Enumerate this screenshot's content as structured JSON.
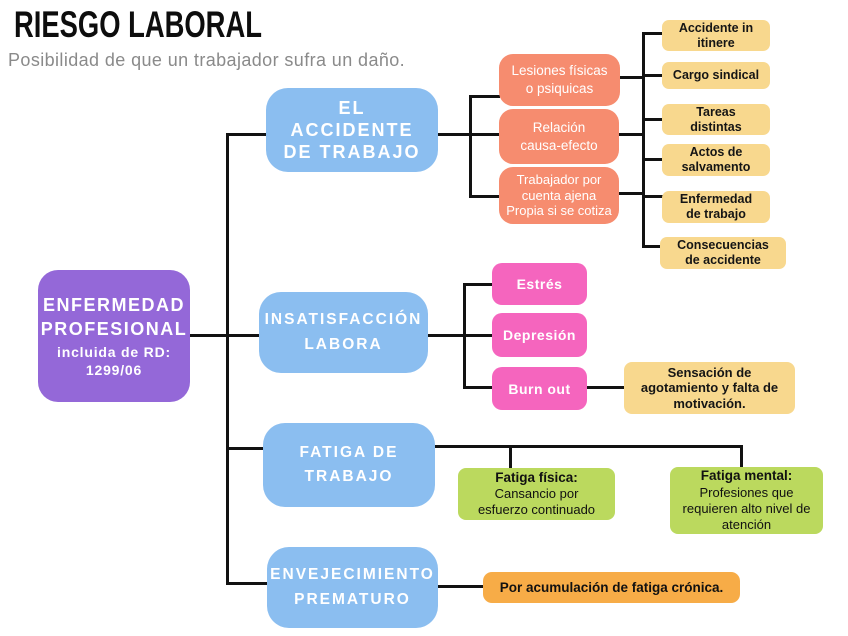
{
  "header": {
    "title": "RIESGO LABORAL",
    "subtitle": "Posibilidad de que un trabajador sufra un daño."
  },
  "colors": {
    "purple": "#9468D8",
    "blue": "#8BBEF0",
    "salmon": "#F68C6F",
    "yellow": "#F8D88E",
    "pink": "#F565BE",
    "green": "#BBD95E",
    "orange": "#F7AC47",
    "line": "#121212",
    "subtitle_gray": "#8a8a8a"
  },
  "nodes": {
    "enfermedad_profesional": {
      "title": "ENFERMEDAD\nPROFESIONAL",
      "subtitle": "incluida de RD:\n1299/06"
    },
    "el_accidente": "EL\nACCIDENTE\nDE TRABAJO",
    "insatisfaccion": "INSATISFACCIÓN\nLABORA",
    "fatiga": "FATIGA DE\nTRABAJO",
    "envejecimiento": "ENVEJECIMIENTO\nPREMATURO",
    "lesiones": "Lesiones físicas\no psiquicas",
    "relacion": "Relación\ncausa-efecto",
    "trabajador": "Trabajador por\ncuenta ajena\nPropia si se cotiza",
    "accidente_itinere": "Accidente in\nitinere",
    "cargo_sindical": "Cargo sindical",
    "tareas_distintas": "Tareas\ndistintas",
    "actos_salvamento": "Actos de\nsalvamento",
    "enfermedad_trabajo": "Enfermedad\nde trabajo",
    "consecuencias": "Consecuencias\nde accidente",
    "estres": "Estrés",
    "depresion": "Depresión",
    "burn_out": "Burn out",
    "sensacion": "Sensación de\nagotamiento y falta de\nmotivación.",
    "fatiga_fisica": {
      "title": "Fatiga física:",
      "body": "Cansancio por\nesfuerzo continuado"
    },
    "fatiga_mental": {
      "title": "Fatiga mental:",
      "body": "Profesiones que\nrequieren alto nivel de\natención"
    },
    "acumulacion": "Por acumulación de fatiga crónica."
  }
}
